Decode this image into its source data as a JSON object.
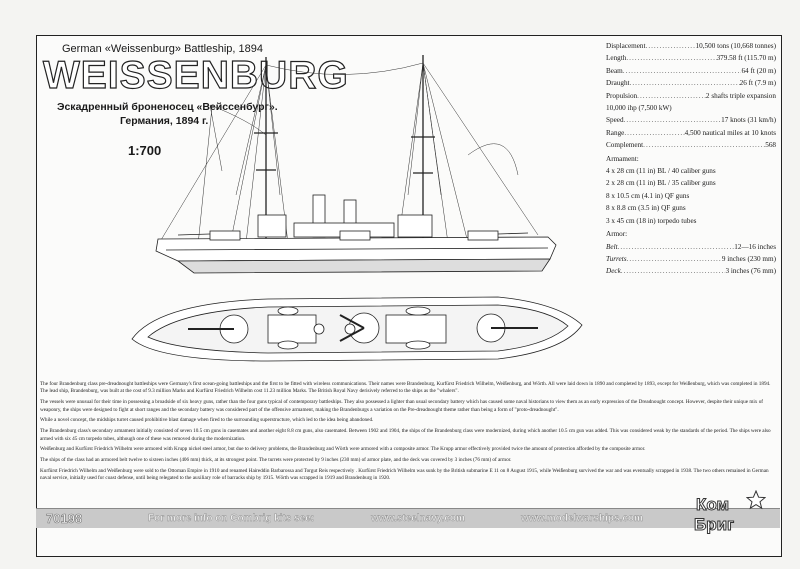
{
  "header": {
    "title": "German «Weissenburg» Battleship, 1894",
    "name": "WEISSENBURG",
    "russian_line1": "Эскадренный броненосец «Вейссенбург».",
    "russian_line2": "Германия, 1894 г.",
    "scale": "1:700"
  },
  "specs": {
    "displacement_label": "Displacement",
    "displacement_value": "10,500 tons (10,668 tonnes)",
    "length_label": "Length",
    "length_value": "379.58 ft (115.70 m)",
    "beam_label": "Beam",
    "beam_value": "64 ft (20 m)",
    "draught_label": "Draught",
    "draught_value": "26 ft (7.9 m)",
    "propulsion_label": "Propulsion",
    "propulsion_value": "2 shafts triple expansion",
    "power": "10,000 ihp (7,500 kW)",
    "speed_label": "Speed",
    "speed_value": "17 knots (31 km/h)",
    "range_label": "Range",
    "range_value": "4,500 nautical miles at 10 knots",
    "complement_label": "Complement",
    "complement_value": "568",
    "armament_label": "Armament:",
    "armament": [
      "4 x 28 cm (11 in) BL / 40 caliber guns",
      "2 x 28 cm (11 in) BL / 35 caliber guns",
      "8 x 10.5 cm (4.1 in) QF guns",
      "8 x 8.8 cm (3.5 in) QF guns",
      "3 x 45 cm (18 in) torpedo tubes"
    ],
    "armor_label": "Armor:",
    "belt_label": "Belt",
    "belt_value": "12—16 inches",
    "turrets_label": "Turrets",
    "turrets_value": "9 inches (230 mm)",
    "deck_label": "Deck",
    "deck_value": "3 inches (76 mm)"
  },
  "prose": [
    "The four Brandenburg class pre-dreadnought battleships were Germany's first ocean-going battleships and the first to be fitted with wireless communications. Their names were Brandenburg, Kurfürst Friedrich Wilhelm, Weißenburg, and Wörth. All were laid down in 1890 and completed by 1893, except for Weißenburg, which was completed in 1894. The lead ship, Brandenburg, was built at the cost of 9.3 million Marks and Kurfürst Friedrich Wilhelm cost 11.23 million Marks. The British Royal Navy derisively referred to the ships as the \"whalers\".",
    "The vessels were unusual for their time in possessing a broadside of six heavy guns, rather than the four guns typical of contemporary battleships. They also possessed a lighter than usual secondary battery which has caused some naval historians to view them as an early expression of the Dreadnought concept. However, despite their unique mix of weaponry, the ships were designed to fight at short ranges and the secondary battery was considered part of the offensive armament, making the Brandenburgs a variation on the Pre-dreadnought theme rather than being a form of \"proto-dreadnought\".",
    "While a novel concept, the midships turret caused prohibitive blast damage when fired to the surrounding superstructure, which led to the idea being abandoned.",
    "The Brandenburg class's secondary armament initially consisted of seven 10.5 cm guns in casemates and another eight 8.8 cm guns, also casemated. Between 1902 and 1904, the ships of the Brandenburg class were modernized, during which another 10.5 cm gun was added. This was considered weak by the standards of the period. The ships were also armed with six 45 cm torpedo tubes, although one of these was removed during the modernization.",
    "Weißenburg and Kurfürst Friedrich Wilhelm were armored with Krupp nickel steel armor, but due to delivery problems, the Brandenburg and Wörth were armored with a composite armor. The Krupp armor effectively provided twice the amount of protection afforded by the composite armor.",
    "The ships of the class had an armored belt twelve to sixteen inches (406 mm) thick, at its strongest point. The turrets were protected by 9 inches (230 mm) of armor plate, and the deck was covered by 3 inches (76 mm) of armor.",
    "Kurfürst Friedrich Wilhelm and Weißenburg were sold to the Ottoman Empire in 1910 and renamed Haireddin Barbarossa and Torgut Reis respectively . Kurfürst Friedrich Wilhelm was sunk by the British submarine E 11 on 8 August 1915, while Weißenburg survived the war and was eventually scrapped in 1938. The two others remained in German naval service, initially used for coast defense, until being relegated to the auxiliary role of barracks ship by 1915. Wörth was scrapped in 1919 and Brandenburg in 1920."
  ],
  "footer": {
    "kit_number": "70198",
    "more_info": "For more info on Combrig kits see:",
    "url1": "www.steelnavy.com",
    "url2": "www.modelwarships.com"
  },
  "logo": {
    "line1": "Ком",
    "line2": "Бриг"
  },
  "colors": {
    "ink": "#1a1a1a",
    "paper": "#fbfbfa",
    "footer_band": "#c9c9c9"
  }
}
